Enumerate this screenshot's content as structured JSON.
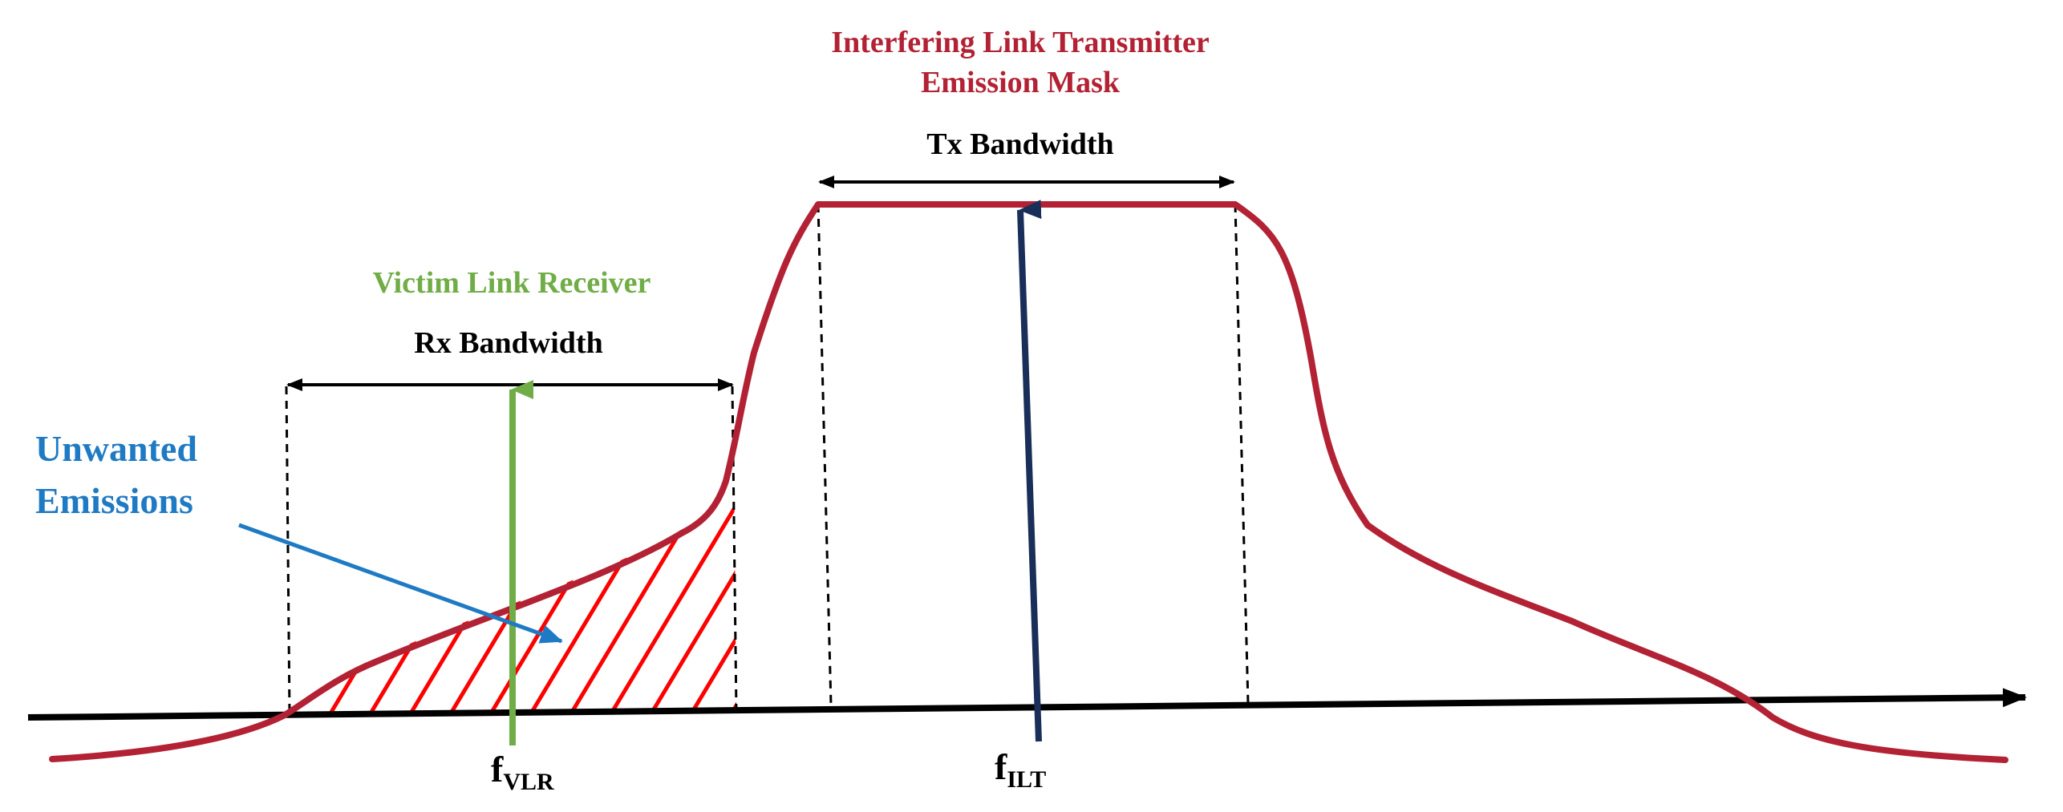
{
  "title": {
    "line1": "Interfering Link Transmitter",
    "line2": "Emission Mask"
  },
  "tx_bandwidth_label": "Tx Bandwidth",
  "victim_label": "Victim Link Receiver",
  "rx_bandwidth_label": "Rx Bandwidth",
  "unwanted_label": {
    "line1": "Unwanted",
    "line2": "Emissions"
  },
  "f_vlr": {
    "symbol": "f",
    "subscript": "VLR"
  },
  "f_ilt": {
    "symbol": "f",
    "subscript": "ILT"
  },
  "colors": {
    "mask": "#b22234",
    "victim": "#70ad47",
    "unwanted": "#1f7ac4",
    "carrier_arrow": "#1a2e5a",
    "hatch": "#ff0000",
    "axis": "#000000"
  }
}
